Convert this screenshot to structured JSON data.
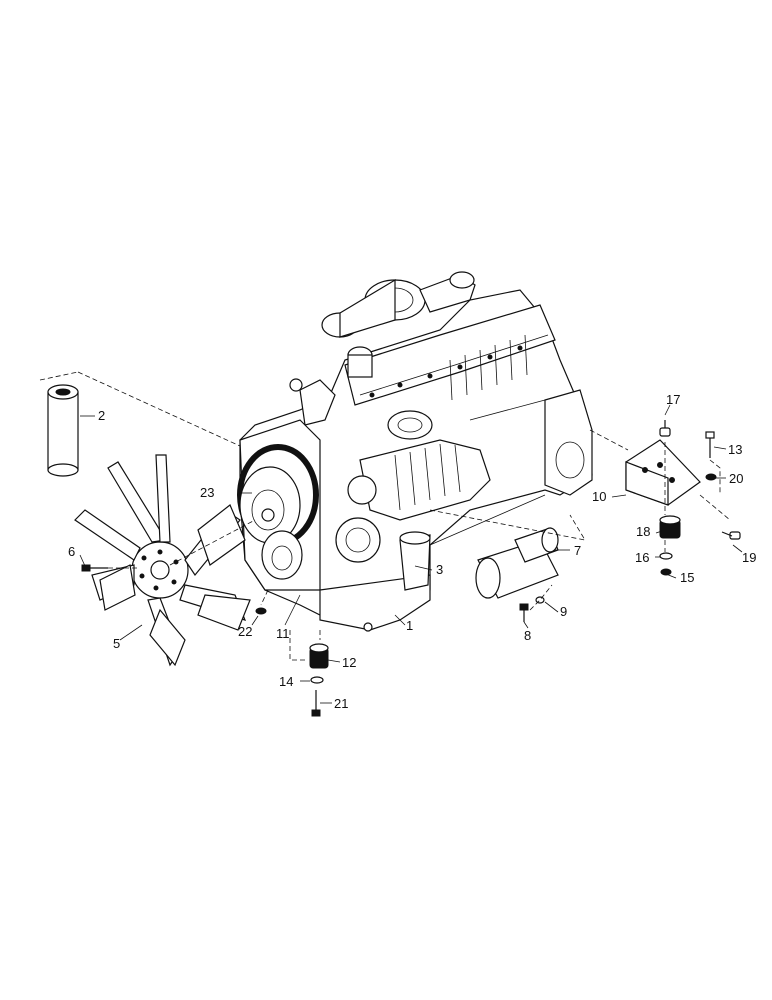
{
  "diagram": {
    "callouts": [
      "1",
      "2",
      "3",
      "5",
      "6",
      "7",
      "8",
      "9",
      "10",
      "11",
      "12",
      "13",
      "14",
      "15",
      "16",
      "17",
      "18",
      "19",
      "20",
      "21",
      "22",
      "23"
    ]
  }
}
